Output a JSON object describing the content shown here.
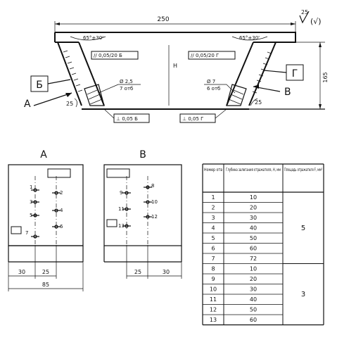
{
  "top_view": {
    "overall_width": "250",
    "height": "165",
    "surface_finish": "25",
    "surface_check": "(√)",
    "angle_left": "65°±30'",
    "angle_right": "65°±30'",
    "tol_left": "// 0,05/20 Б",
    "tol_right": "// 0,05/20 Г",
    "left_hole_dia": "Ø 2,5",
    "left_hole_depth": "7 отб",
    "right_hole_dia": "Ø 7",
    "right_hole_depth": "6 отб",
    "chamfer_left": "25",
    "chamfer_right": "25",
    "pos_left": "⊥ 0,05 Б",
    "pos_right": "⊥ 0,05 Г",
    "datum_b": "Б",
    "datum_g": "Г",
    "view_a_arrow": "А",
    "view_b_arrow": "В",
    "dim_h": "H"
  },
  "view_a": {
    "title": "А",
    "holes": [
      "1",
      "2",
      "3",
      "4",
      "5",
      "6",
      "7"
    ],
    "dim_30": "30",
    "dim_25": "25",
    "dim_85": "85"
  },
  "view_b": {
    "title": "В",
    "holes": [
      "8",
      "9",
      "10",
      "11",
      "12",
      "13"
    ],
    "dim_25": "25",
    "dim_30": "30"
  },
  "table": {
    "headers": [
      "Номер отв",
      "Глубина залегания отражателя, H, мм",
      "Площадь отражателя F, мм²"
    ],
    "rows": [
      {
        "n": "1",
        "h": "10"
      },
      {
        "n": "2",
        "h": "20"
      },
      {
        "n": "3",
        "h": "30"
      },
      {
        "n": "4",
        "h": "40"
      },
      {
        "n": "5",
        "h": "50"
      },
      {
        "n": "6",
        "h": "60"
      },
      {
        "n": "7",
        "h": "72"
      },
      {
        "n": "8",
        "h": "10"
      },
      {
        "n": "9",
        "h": "20"
      },
      {
        "n": "10",
        "h": "30"
      },
      {
        "n": "11",
        "h": "40"
      },
      {
        "n": "12",
        "h": "50"
      },
      {
        "n": "13",
        "h": "60"
      }
    ],
    "area_group1": "5",
    "area_group2": "3"
  }
}
